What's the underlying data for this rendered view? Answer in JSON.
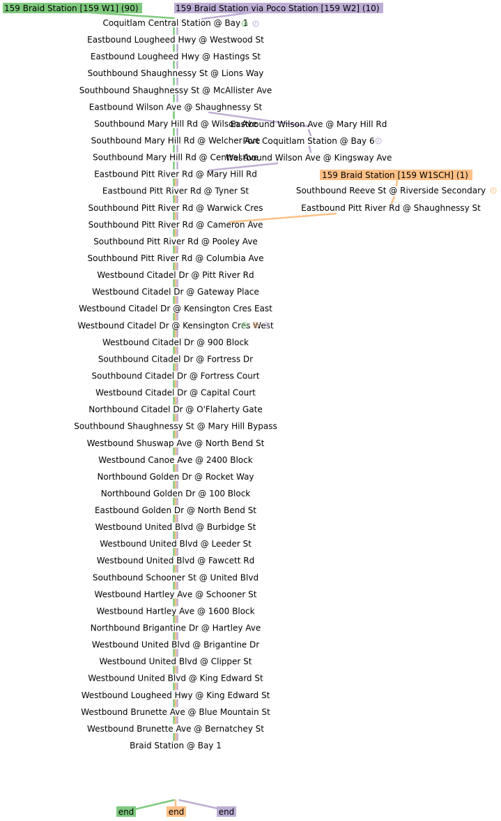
{
  "colors": {
    "w1": "#7fc97f",
    "w2": "#beaed4",
    "w1sch": "#fdc086"
  },
  "routes": {
    "w1": {
      "label": "159 Braid Station [159 W1] (90)"
    },
    "w2": {
      "label": "159 Braid Station via Poco Station [159 W2] (10)"
    },
    "w1sch": {
      "label": "159 Braid Station [159 W1SCH] (1)"
    }
  },
  "end_labels": {
    "w1": "end",
    "w1sch": "end",
    "w2": "end"
  },
  "stops": {
    "main_trunk": [
      {
        "name": "Coquitlam Central Station @ Bay 1",
        "routes": [
          "w1",
          "w2"
        ],
        "timepoint": true
      },
      {
        "name": "Eastbound Lougheed Hwy @ Westwood St",
        "routes": [
          "w1",
          "w2"
        ]
      },
      {
        "name": "Eastbound Lougheed Hwy @ Hastings St",
        "routes": [
          "w1",
          "w2"
        ]
      },
      {
        "name": "Southbound Shaughnessy St @ Lions Way",
        "routes": [
          "w1",
          "w2"
        ]
      },
      {
        "name": "Southbound Shaughnessy St @ McAllister Ave",
        "routes": [
          "w1",
          "w2"
        ]
      },
      {
        "name": "Eastbound Wilson Ave @ Shaughnessy St",
        "routes": [
          "w1",
          "w2"
        ]
      },
      {
        "name": "Southbound Mary Hill Rd @ Wilson Ave",
        "routes": [
          "w1",
          "w2"
        ]
      },
      {
        "name": "Southbound Mary Hill Rd @ Welcher Ave",
        "routes": [
          "w1",
          "w2"
        ]
      },
      {
        "name": "Southbound Mary Hill Rd @ Central Ave",
        "routes": [
          "w1",
          "w2"
        ]
      },
      {
        "name": "Eastbound Pitt River Rd @ Mary Hill Rd",
        "routes": [
          "w1",
          "w1sch",
          "w2"
        ]
      },
      {
        "name": "Eastbound Pitt River Rd @ Tyner St",
        "routes": [
          "w1",
          "w1sch",
          "w2"
        ]
      },
      {
        "name": "Southbound Pitt River Rd @ Warwick Cres",
        "routes": [
          "w1",
          "w1sch",
          "w2"
        ]
      },
      {
        "name": "Southbound Pitt River Rd @ Cameron Ave",
        "routes": [
          "w1",
          "w1sch",
          "w2"
        ]
      },
      {
        "name": "Southbound Pitt River Rd @ Pooley Ave",
        "routes": [
          "w1",
          "w1sch",
          "w2"
        ]
      },
      {
        "name": "Southbound Pitt River Rd @ Columbia Ave",
        "routes": [
          "w1",
          "w1sch",
          "w2"
        ]
      },
      {
        "name": "Westbound Citadel Dr @ Pitt River Rd",
        "routes": [
          "w1",
          "w1sch",
          "w2"
        ],
        "timepoint": true
      },
      {
        "name": "Westbound Citadel Dr @ Gateway Place",
        "routes": [
          "w1",
          "w1sch",
          "w2"
        ]
      },
      {
        "name": "Westbound Citadel Dr @ Kensington Cres East",
        "routes": [
          "w1",
          "w1sch",
          "w2"
        ]
      },
      {
        "name": "Westbound Citadel Dr @ Kensington Cres West",
        "routes": [
          "w1",
          "w1sch",
          "w2"
        ]
      },
      {
        "name": "Westbound Citadel Dr @ 900 Block",
        "routes": [
          "w1",
          "w1sch",
          "w2"
        ]
      },
      {
        "name": "Southbound Citadel Dr @ Fortress Dr",
        "routes": [
          "w1",
          "w1sch",
          "w2"
        ]
      },
      {
        "name": "Southbound Citadel Dr @ Fortress Court",
        "routes": [
          "w1",
          "w1sch",
          "w2"
        ]
      },
      {
        "name": "Westbound Citadel Dr @ Capital Court",
        "routes": [
          "w1",
          "w1sch",
          "w2"
        ]
      },
      {
        "name": "Northbound Citadel Dr @ O'Flaherty Gate",
        "routes": [
          "w1",
          "w1sch",
          "w2"
        ]
      },
      {
        "name": "Southbound Shaughnessy St @ Mary Hill Bypass",
        "routes": [
          "w1",
          "w1sch",
          "w2"
        ]
      },
      {
        "name": "Westbound Shuswap Ave @ North Bend St",
        "routes": [
          "w1",
          "w1sch",
          "w2"
        ]
      },
      {
        "name": "Westbound Canoe Ave @ 2400 Block",
        "routes": [
          "w1",
          "w1sch",
          "w2"
        ]
      },
      {
        "name": "Northbound Golden Dr @ Rocket Way",
        "routes": [
          "w1",
          "w1sch",
          "w2"
        ]
      },
      {
        "name": "Northbound Golden Dr @ 100 Block",
        "routes": [
          "w1",
          "w1sch",
          "w2"
        ]
      },
      {
        "name": "Eastbound Golden Dr @ North Bend St",
        "routes": [
          "w1",
          "w1sch",
          "w2"
        ]
      },
      {
        "name": "Westbound United Blvd @ Burbidge St",
        "routes": [
          "w1",
          "w1sch",
          "w2"
        ]
      },
      {
        "name": "Westbound United Blvd @ Leeder St",
        "routes": [
          "w1",
          "w1sch",
          "w2"
        ]
      },
      {
        "name": "Westbound United Blvd @ Fawcett Rd",
        "routes": [
          "w1",
          "w1sch",
          "w2"
        ]
      },
      {
        "name": "Southbound Schooner St @ United Blvd",
        "routes": [
          "w1",
          "w1sch",
          "w2"
        ]
      },
      {
        "name": "Westbound Hartley Ave @ Schooner St",
        "routes": [
          "w1",
          "w1sch",
          "w2"
        ]
      },
      {
        "name": "Westbound Hartley Ave @ 1600 Block",
        "routes": [
          "w1",
          "w1sch",
          "w2"
        ]
      },
      {
        "name": "Northbound Brigantine Dr @ Hartley Ave",
        "routes": [
          "w1",
          "w1sch",
          "w2"
        ]
      },
      {
        "name": "Westbound United Blvd @ Brigantine Dr",
        "routes": [
          "w1",
          "w1sch",
          "w2"
        ]
      },
      {
        "name": "Westbound United Blvd @ Clipper St",
        "routes": [
          "w1",
          "w1sch",
          "w2"
        ]
      },
      {
        "name": "Westbound United Blvd @ King Edward St",
        "routes": [
          "w1",
          "w1sch",
          "w2"
        ]
      },
      {
        "name": "Westbound Lougheed Hwy @ King Edward St",
        "routes": [
          "w1",
          "w1sch",
          "w2"
        ]
      },
      {
        "name": "Westbound Brunette Ave @ Blue Mountain St",
        "routes": [
          "w1",
          "w1sch",
          "w2"
        ]
      },
      {
        "name": "Westbound Brunette Ave @ Bernatchey St",
        "routes": [
          "w1",
          "w1sch",
          "w2"
        ]
      },
      {
        "name": "Braid Station @ Bay 1",
        "routes": [
          "w1",
          "w1sch",
          "w2"
        ]
      }
    ],
    "poco_branch": [
      {
        "name": "Eastbound Wilson Ave @ Mary Hill Rd",
        "routes": [
          "w2"
        ]
      },
      {
        "name": "Port Coquitlam Station @ Bay 6",
        "routes": [
          "w2"
        ],
        "timepoint": true
      },
      {
        "name": "Westbound Wilson Ave @ Kingsway Ave",
        "routes": [
          "w2"
        ]
      }
    ],
    "school_branch": [
      {
        "name": "Southbound Reeve St @ Riverside Secondary",
        "routes": [
          "w1sch"
        ],
        "timepoint": true
      },
      {
        "name": "Eastbound Pitt River Rd @ Shaughnessy St",
        "routes": [
          "w1sch"
        ]
      }
    ]
  }
}
